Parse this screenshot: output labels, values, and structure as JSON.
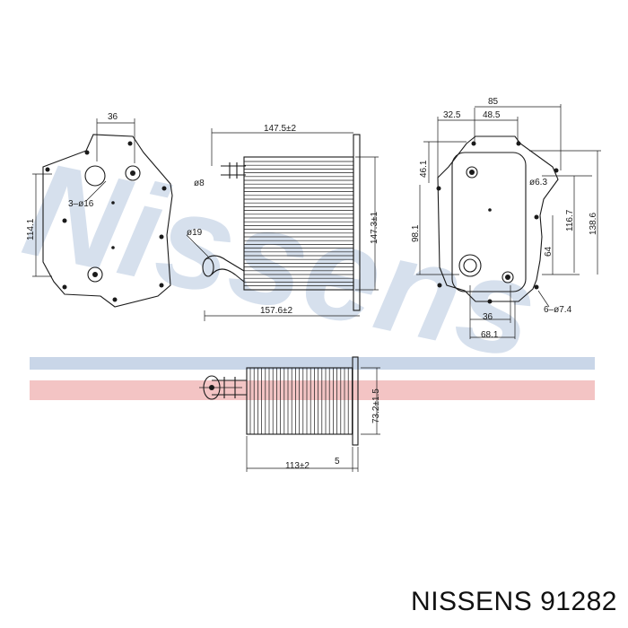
{
  "watermark": {
    "text": "Nissens",
    "colors": {
      "blue": "#c9d6e8",
      "red": "#f3c4c4"
    }
  },
  "front_view": {
    "dims": {
      "top": "36",
      "hole": "3–ø16",
      "height": "114.1"
    }
  },
  "side_view": {
    "dims": {
      "length": "147.5±2",
      "d_small": "ø8",
      "d_pipe": "ø19",
      "height": "147.3±1",
      "overall": "157.6±2"
    }
  },
  "back_view": {
    "dims": {
      "d1": "32.5",
      "d2": "48.5",
      "d3": "85",
      "v1": "46.1",
      "v2": "98.1",
      "v3": "116.7",
      "v4": "64",
      "v5": "138.6",
      "hole_small": "ø6.3",
      "hole_big": "6–ø7.4",
      "b1": "36",
      "b2": "68.1"
    }
  },
  "bottom_view": {
    "dims": {
      "width": "113±2",
      "flange": "5",
      "height": "73.2±1.5"
    }
  },
  "caption": "NISSENS 91282"
}
